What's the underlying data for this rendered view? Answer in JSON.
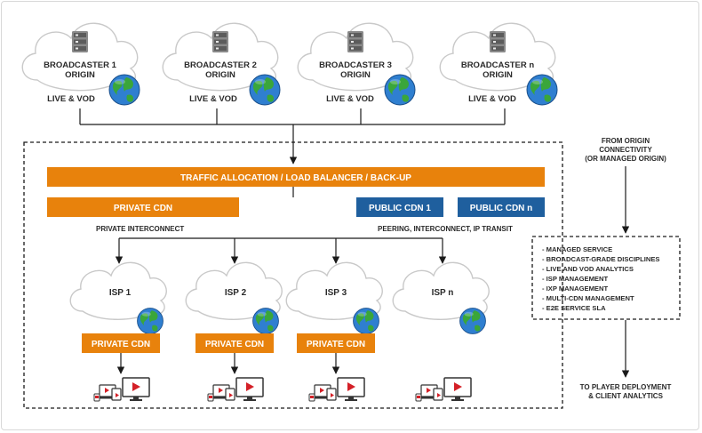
{
  "broadcasters": [
    {
      "name_line1": "BROADCASTER 1",
      "name_line2": "ORIGIN",
      "caption": "LIVE & VOD"
    },
    {
      "name_line1": "BROADCASTER 2",
      "name_line2": "ORIGIN",
      "caption": "LIVE & VOD"
    },
    {
      "name_line1": "BROADCASTER 3",
      "name_line2": "ORIGIN",
      "caption": "LIVE & VOD"
    },
    {
      "name_line1": "BROADCASTER n",
      "name_line2": "ORIGIN",
      "caption": "LIVE & VOD"
    }
  ],
  "traffic_bar": "TRAFFIC ALLOCATION / LOAD BALANCER / BACK-UP",
  "private_cdn_top": "PRIVATE CDN",
  "public_cdns": [
    "PUBLIC CDN 1",
    "PUBLIC CDN n"
  ],
  "private_interconnect": "PRIVATE INTERCONNECT",
  "peering_label": "PEERING, INTERCONNECT, IP TRANSIT",
  "isps": [
    {
      "name": "ISP 1",
      "cdn": "PRIVATE CDN"
    },
    {
      "name": "ISP 2",
      "cdn": "PRIVATE CDN"
    },
    {
      "name": "ISP 3",
      "cdn": "PRIVATE CDN"
    },
    {
      "name": "ISP n",
      "cdn": ""
    }
  ],
  "side_top": [
    "FROM ORIGIN",
    "CONNECTIVITY",
    "(OR MANAGED ORIGIN)"
  ],
  "services": [
    "- MANAGED SERVICE",
    "- BROADCAST-GRADE DISCIPLINES",
    "- LIVE AND VOD ANALYTICS",
    "- ISP MANAGEMENT",
    "- IXP MANAGEMENT",
    "- MULTI-CDN MANAGEMENT",
    "- E2E SERVICE SLA"
  ],
  "side_bottom": [
    "TO PLAYER DEPLOYMENT",
    "& CLIENT ANALYTICS"
  ],
  "colors": {
    "orange": "#e8820c",
    "blue": "#1f5f9e",
    "globe_blue": "#2f7fd0",
    "globe_green": "#3aa63a",
    "play_red": "#d42027"
  }
}
